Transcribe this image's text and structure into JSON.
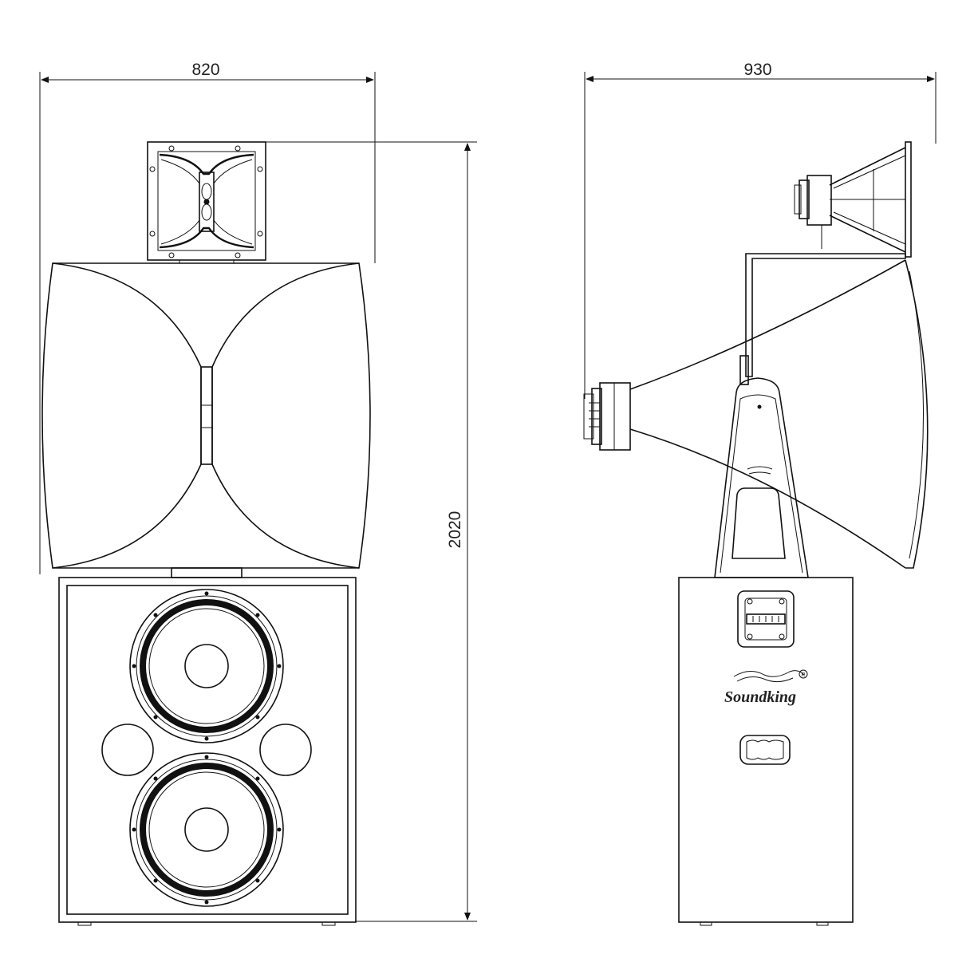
{
  "dimensions": {
    "front_width": "820",
    "side_depth": "930",
    "overall_height": "2020"
  },
  "logo": {
    "brand": "Soundking",
    "registered_mark": "R"
  },
  "icons": [
    "compression-driver-icon",
    "woofer-icon",
    "bass-port-icon",
    "handle-icon",
    "terminal-panel-icon"
  ]
}
